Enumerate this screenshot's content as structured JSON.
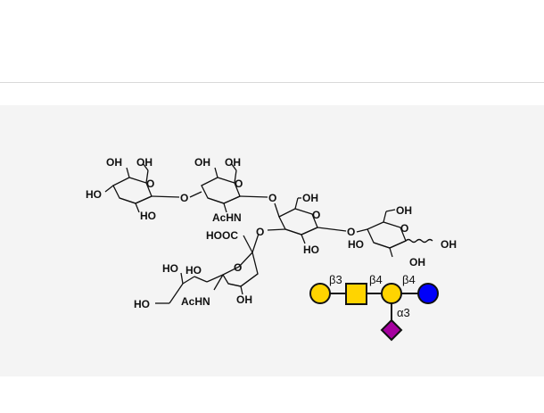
{
  "structure_labels": {
    "gal1_oh4": "OH",
    "gal1_oh6": "OH",
    "gal1_ho3": "HO",
    "gal1_ho2": "HO",
    "link_o1": "O",
    "glcnac_oh4": "OH",
    "glcnac_oh6": "OH",
    "glcnac_nac": "AcHN",
    "link_o2": "O",
    "gal2_oh6": "OH",
    "gal2_ho2": "HO",
    "link_o3": "O",
    "glc_oh6": "OH",
    "glc_ho3": "HO",
    "glc_oh2": "OH",
    "glc_oh1": "OH",
    "sia_cooh": "HOOC",
    "sia_link_o": "O",
    "sia_oh_a": "HO",
    "sia_oh_b": "HO",
    "sia_ho9": "HO",
    "sia_nac": "AcHN",
    "sia_oh4": "OH",
    "ring_o": "O"
  },
  "snfg": {
    "linkage_b3": "β3",
    "linkage_b4a": "β4",
    "linkage_b4b": "β4",
    "linkage_a3": "α3",
    "colors": {
      "galactose": "#FFD400",
      "glcnac": "#FFD400",
      "glucose": "#0000FA",
      "neu5ac": "#A5009F",
      "outline": "#111111"
    }
  }
}
